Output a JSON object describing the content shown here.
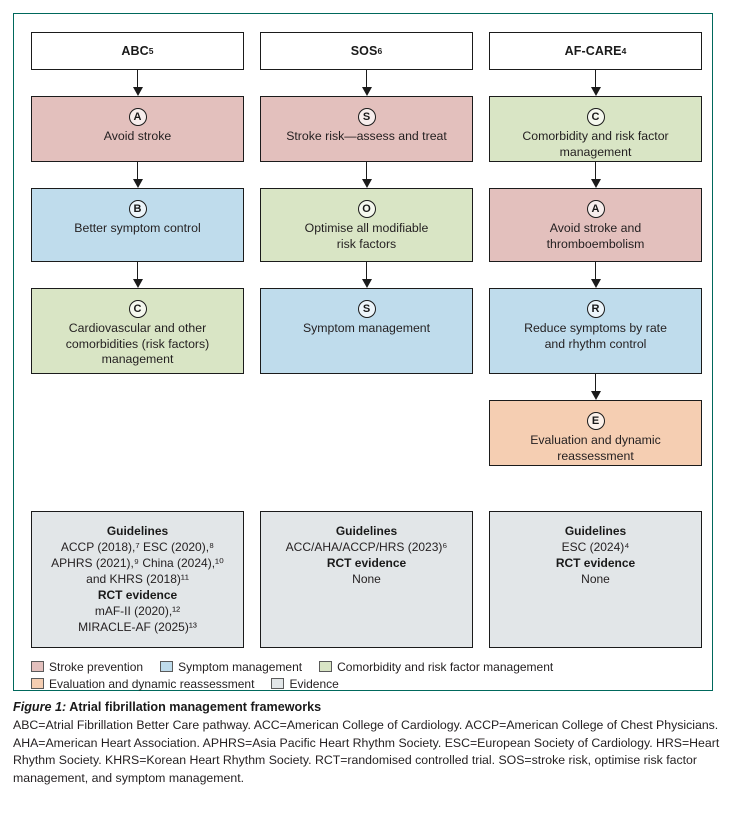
{
  "figure": {
    "frame_color": "#00685c",
    "caption_label": "Figure 1:",
    "caption_title": "Atrial fibrillation management frameworks",
    "caption_body": "ABC=Atrial Fibrillation Better Care pathway. ACC=American College of Cardiology. ACCP=American College of Chest Physicians. AHA=American Heart Association. APHRS=Asia Pacific Heart Rhythm Society. ESC=European Society of Cardiology. HRS=Heart Rhythm Society. KHRS=Korean Heart Rhythm Society. RCT=randomised controlled trial. SOS=stroke risk, optimise risk factor management, and symptom management."
  },
  "columns": [
    {
      "id": "abc",
      "header_name": "ABC",
      "header_ref": "5",
      "steps": [
        {
          "badge": "A",
          "label": "Avoid stroke",
          "category": "stroke-prevention",
          "height": "h-short"
        },
        {
          "badge": "B",
          "label": "Better symptom control",
          "category": "symptom-management",
          "height": "h-mid"
        },
        {
          "badge": "C",
          "label": "Cardiovascular and other\ncomorbidities (risk factors)\nmanagement",
          "category": "comorbidity",
          "height": "h-tall"
        }
      ],
      "evidence": {
        "guidelines_heading": "Guidelines",
        "guidelines_lines": [
          "ACCP (2018),⁷ ESC (2020),⁸",
          "APHRS (2021),⁹ China (2024),¹⁰",
          "and KHRS (2018)¹¹"
        ],
        "rct_heading": "RCT evidence",
        "rct_lines": [
          "mAF-II (2020),¹²",
          "MIRACLE-AF (2025)¹³"
        ]
      }
    },
    {
      "id": "sos",
      "header_name": "SOS",
      "header_ref": "6",
      "steps": [
        {
          "badge": "S",
          "label": "Stroke risk—assess and treat",
          "category": "stroke-prevention",
          "height": "h-short"
        },
        {
          "badge": "O",
          "label": "Optimise all modifiable\nrisk factors",
          "category": "comorbidity",
          "height": "h-mid"
        },
        {
          "badge": "S",
          "label": "Symptom management",
          "category": "symptom-management",
          "height": "h-tall"
        }
      ],
      "evidence": {
        "guidelines_heading": "Guidelines",
        "guidelines_lines": [
          "ACC/AHA/ACCP/HRS (2023)⁶"
        ],
        "rct_heading": "RCT evidence",
        "rct_lines": [
          "None"
        ]
      }
    },
    {
      "id": "afcare",
      "header_name": "AF-CARE",
      "header_ref": "4",
      "steps": [
        {
          "badge": "C",
          "label": "Comorbidity and risk factor\nmanagement",
          "category": "comorbidity",
          "height": "h-short"
        },
        {
          "badge": "A",
          "label": "Avoid stroke and\nthromboembolism",
          "category": "stroke-prevention",
          "height": "h-mid"
        },
        {
          "badge": "R",
          "label": "Reduce symptoms by rate\nand rhythm control",
          "category": "symptom-management",
          "height": "h-tall"
        },
        {
          "badge": "E",
          "label": "Evaluation and dynamic\nreassessment",
          "category": "evaluation",
          "height": "h-short"
        }
      ],
      "evidence": {
        "guidelines_heading": "Guidelines",
        "guidelines_lines": [
          "ESC (2024)⁴"
        ],
        "rct_heading": "RCT evidence",
        "rct_lines": [
          "None"
        ]
      }
    }
  ],
  "legend": {
    "rows": [
      [
        {
          "label": "Stroke prevention",
          "color": "#e3c0bd"
        },
        {
          "label": "Symptom management",
          "color": "#bfdcec"
        },
        {
          "label": "Comorbidity and risk factor management",
          "color": "#d9e5c5"
        }
      ],
      [
        {
          "label": "Evaluation and dynamic reassessment",
          "color": "#f5ceb2"
        },
        {
          "label": "Evidence",
          "color": "#e2e6e8"
        }
      ]
    ]
  }
}
